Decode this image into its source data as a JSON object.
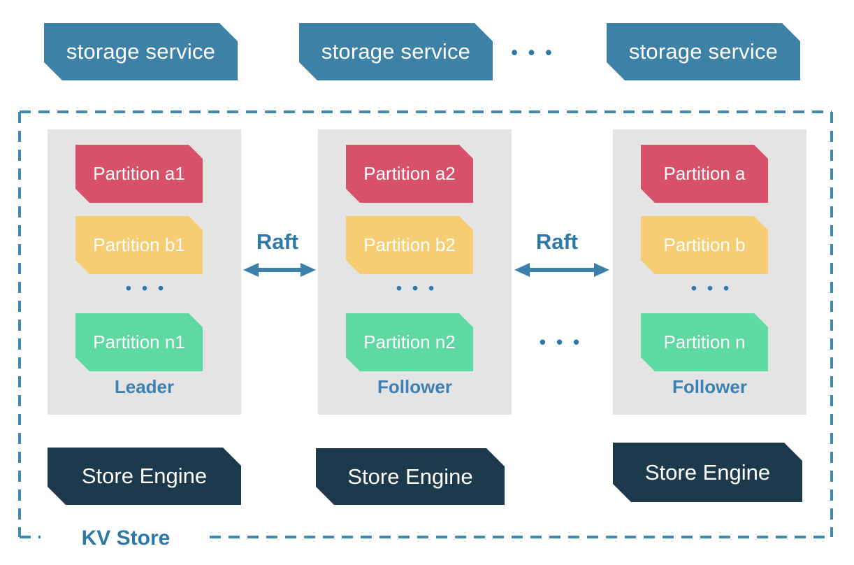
{
  "storage_services": {
    "items": [
      {
        "label": "storage service"
      },
      {
        "label": "storage service"
      },
      {
        "label": "storage service"
      }
    ],
    "ellipsis": "•••"
  },
  "kv_store": {
    "label": "KV Store",
    "raft": [
      {
        "label": "Raft"
      },
      {
        "label": "Raft"
      }
    ],
    "nodes_ellipsis": "•••",
    "nodes": [
      {
        "role": "Leader",
        "partitions": [
          "Partition a1",
          "Partition b1",
          "Partition n1"
        ],
        "ellipsis": "•••",
        "store_engine": "Store Engine"
      },
      {
        "role": "Follower",
        "partitions": [
          "Partition a2",
          "Partition b2",
          "Partition n2"
        ],
        "ellipsis": "•••",
        "store_engine": "Store Engine"
      },
      {
        "role": "Follower",
        "partitions": [
          "Partition a",
          "Partition b",
          "Partition n"
        ],
        "ellipsis": "•••",
        "store_engine": "Store Engine"
      }
    ]
  },
  "colors": {
    "box_blue": "#3e81a7",
    "dashed_line_blue": "#4289ae",
    "text_blue": "#2f79a8",
    "arrow_blue": "#3b80aa",
    "partition_red": "#d9506b",
    "partition_yellow": "#f6cd72",
    "partition_green": "#5ed9a2",
    "engine_navy": "#1d3a4d",
    "panel_gray": "#e4e4e4",
    "text_white": "#ffffff"
  }
}
